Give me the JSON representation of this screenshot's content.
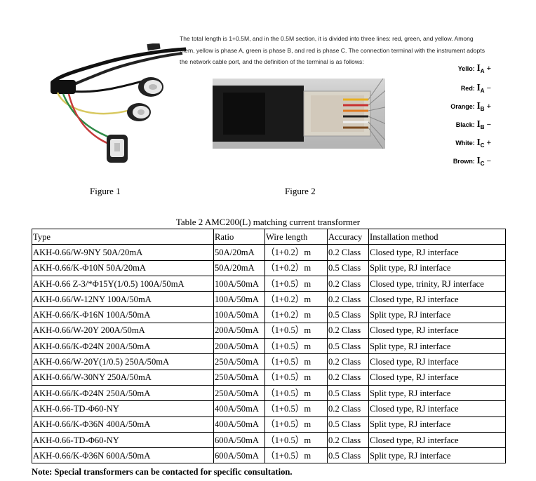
{
  "figure1": {
    "caption": "Figure 1"
  },
  "figure2": {
    "caption": "Figure 2",
    "description_lines": [
      "The total length is 1+0.5M, and in the 0.5M section, it is divided into three lines: red, green, and yellow. Among",
      "them, yellow is phase A, green is phase B, and red is phase C. The connection terminal with the instrument adopts",
      "the network cable port, and the definition of the terminal is as follows:"
    ],
    "pins": [
      {
        "color": "Yello:",
        "symbol": "I",
        "sub": "A",
        "sign": "+"
      },
      {
        "color": "Red:",
        "symbol": "I",
        "sub": "A",
        "sign": "−"
      },
      {
        "color": "Orange:",
        "symbol": "I",
        "sub": "B",
        "sign": "+"
      },
      {
        "color": "Black:",
        "symbol": "I",
        "sub": "B",
        "sign": "−"
      },
      {
        "color": "White:",
        "symbol": "I",
        "sub": "C",
        "sign": "+"
      },
      {
        "color": "Brown:",
        "symbol": "I",
        "sub": "C",
        "sign": "−"
      }
    ]
  },
  "table": {
    "title": "Table 2 AMC200(L) matching current transformer",
    "headers": [
      "Type",
      "Ratio",
      "Wire length",
      "Accuracy",
      "Installation method"
    ],
    "rows": [
      [
        "AKH-0.66/W-9NY 50A/20mA",
        "50A/20mA",
        "（1+0.2）m",
        "0.2 Class",
        "Closed type, RJ interface"
      ],
      [
        "AKH-0.66/K-Φ10N 50A/20mA",
        "50A/20mA",
        "（1+0.2）m",
        "0.5 Class",
        "Split type, RJ interface"
      ],
      [
        "AKH-0.66 Z-3/*Φ15Y(1/0.5) 100A/50mA",
        "100A/50mA",
        "（1+0.5）m",
        "0.2 Class",
        "Closed type, trinity, RJ interface"
      ],
      [
        "AKH-0.66/W-12NY 100A/50mA",
        "100A/50mA",
        "（1+0.2）m",
        "0.2 Class",
        "Closed type, RJ interface"
      ],
      [
        "AKH-0.66/K-Φ16N 100A/50mA",
        "100A/50mA",
        "（1+0.2）m",
        "0.5 Class",
        "Split type, RJ interface"
      ],
      [
        "AKH-0.66/W-20Y 200A/50mA",
        "200A/50mA",
        "（1+0.5）m",
        "0.2 Class",
        "Closed type, RJ interface"
      ],
      [
        "AKH-0.66/K-Φ24N 200A/50mA",
        "200A/50mA",
        "（1+0.5）m",
        "0.5 Class",
        "Split type, RJ interface"
      ],
      [
        "AKH-0.66/W-20Y(1/0.5) 250A/50mA",
        "250A/50mA",
        "（1+0.5）m",
        "0.2 Class",
        "Closed type, RJ interface"
      ],
      [
        "AKH-0.66/W-30NY 250A/50mA",
        "250A/50mA",
        "（1+0.5）m",
        "0.2 Class",
        "Closed type, RJ interface"
      ],
      [
        "AKH-0.66/K-Φ24N 250A/50mA",
        "250A/50mA",
        "（1+0.5）m",
        "0.5 Class",
        "Split type, RJ interface"
      ],
      [
        "AKH-0.66-TD-Φ60-NY",
        "400A/50mA",
        "（1+0.5）m",
        "0.2 Class",
        "Closed type, RJ interface"
      ],
      [
        "AKH-0.66/K-Φ36N 400A/50mA",
        "400A/50mA",
        "（1+0.5）m",
        "0.5 Class",
        "Split type, RJ interface"
      ],
      [
        "AKH-0.66-TD-Φ60-NY",
        "600A/50mA",
        "（1+0.5）m",
        "0.2 Class",
        "Closed type, RJ interface"
      ],
      [
        "AKH-0.66/K-Φ36N 600A/50mA",
        "600A/50mA",
        "（1+0.5）m",
        "0.5 Class",
        "Split type, RJ interface"
      ]
    ]
  },
  "note": "Note: Special transformers can be contacted for specific consultation."
}
